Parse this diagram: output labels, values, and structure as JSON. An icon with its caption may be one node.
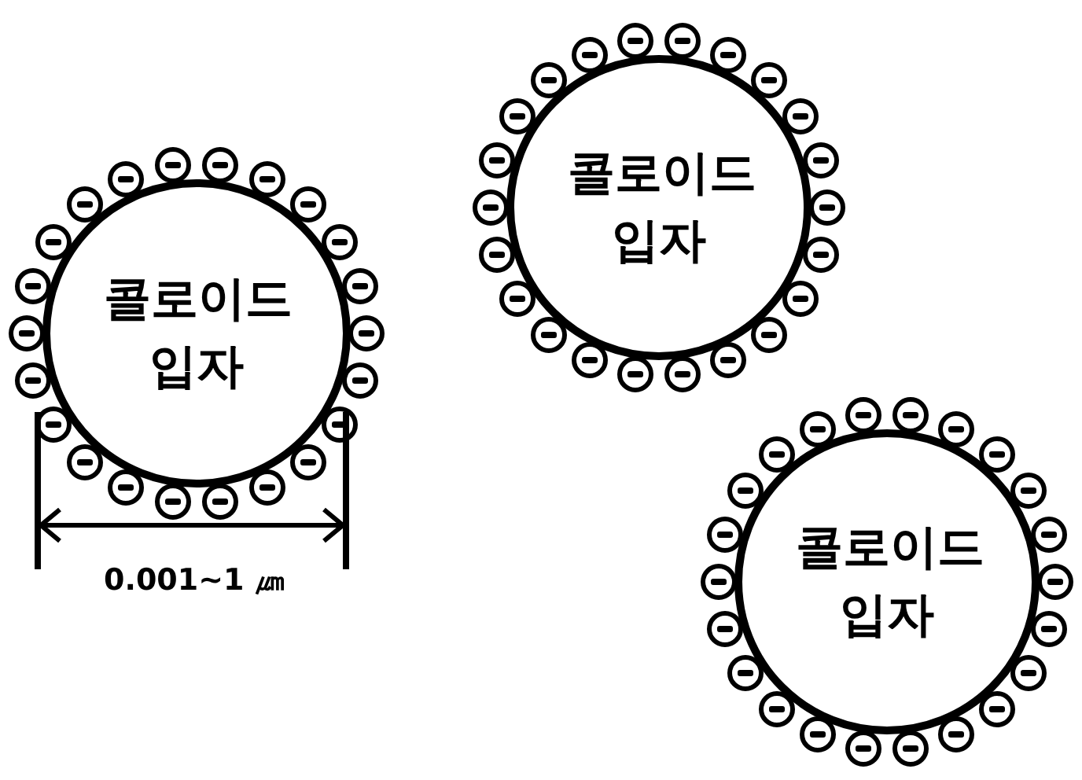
{
  "diagram": {
    "nodes": [
      {
        "text": [
          "콜로이드 입자"
        ]
      },
      {
        "text": [
          "콜로이드 입자"
        ]
      },
      {
        "text": [
          "콜로이드 입자"
        ]
      }
    ],
    "labels": [
      "0.001~1 ㎛"
    ]
  }
}
